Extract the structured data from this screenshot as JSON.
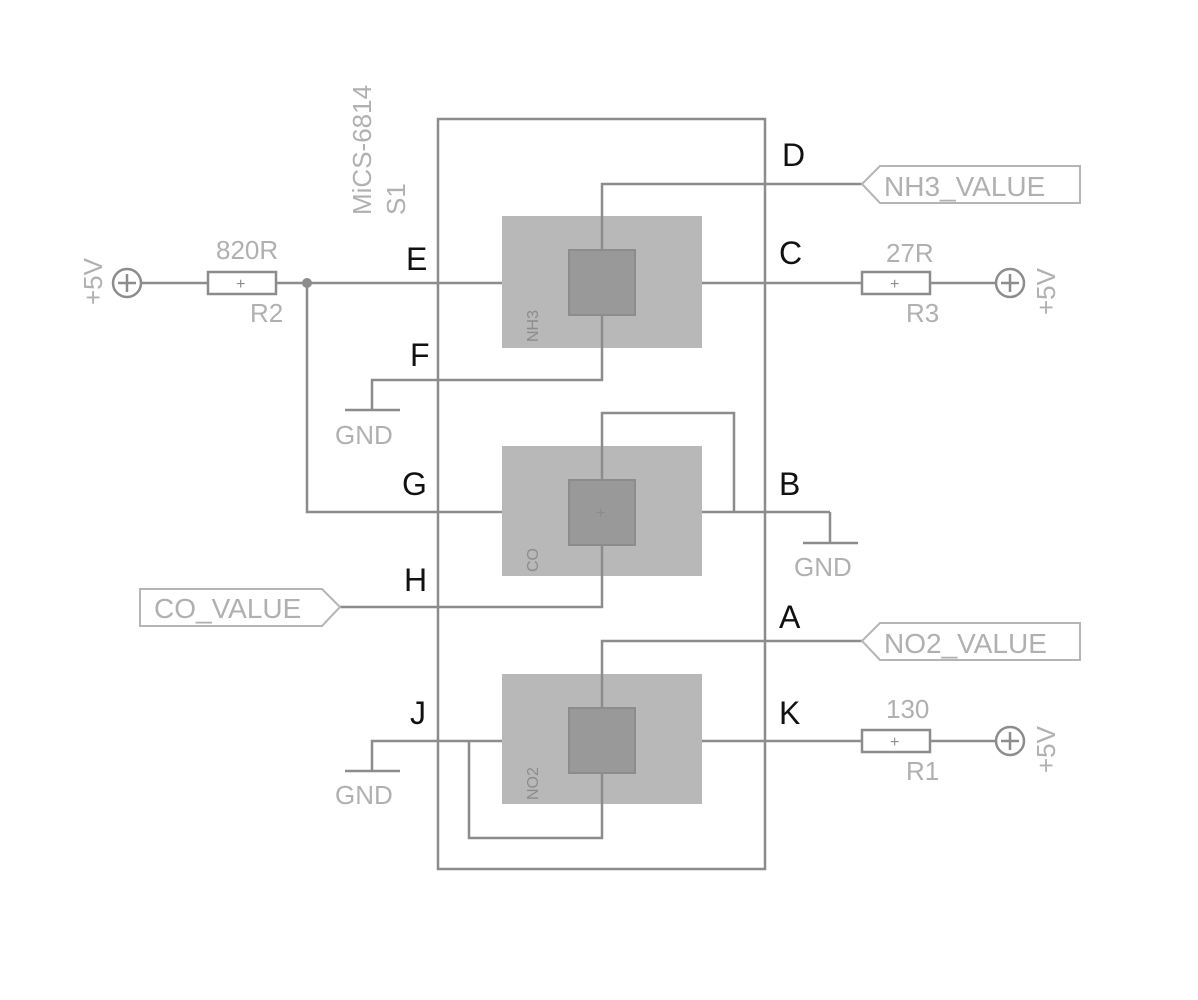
{
  "component": {
    "name": "MiCS-6814",
    "ref": "S1"
  },
  "pins": {
    "A": "A",
    "B": "B",
    "C": "C",
    "D": "D",
    "E": "E",
    "F": "F",
    "G": "G",
    "H": "H",
    "J": "J",
    "K": "K"
  },
  "sensors": {
    "nh3": "NH3",
    "co": "CO",
    "no2": "NO2"
  },
  "resistors": {
    "r2": {
      "value": "820R",
      "ref": "R2"
    },
    "r3": {
      "value": "27R",
      "ref": "R3"
    },
    "r1": {
      "value": "130",
      "ref": "R1"
    }
  },
  "power": {
    "label": "+5V"
  },
  "ground": {
    "label": "GND"
  },
  "nets": {
    "nh3": "NH3_VALUE",
    "co": "CO_VALUE",
    "no2": "NO2_VALUE"
  }
}
